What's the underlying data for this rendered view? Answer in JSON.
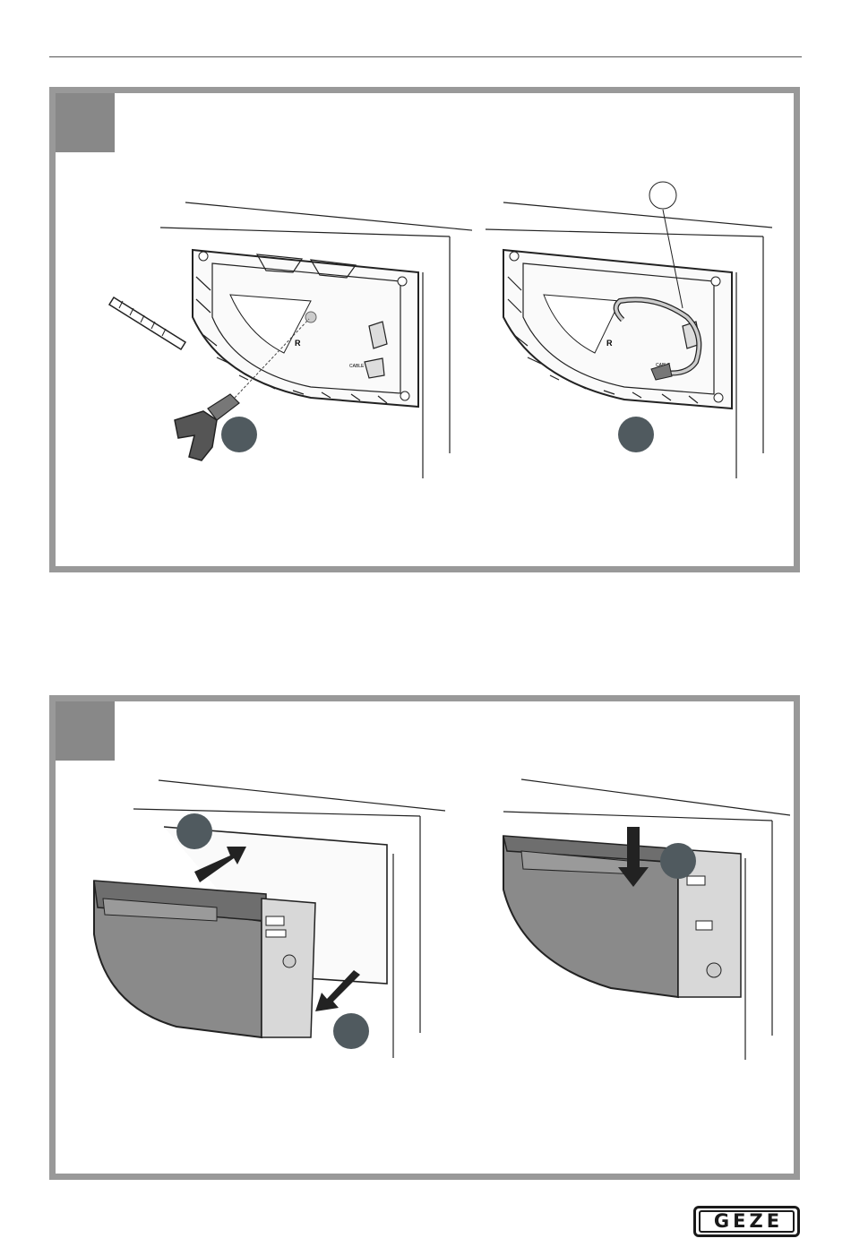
{
  "header": {
    "divider": true
  },
  "panels": [
    {
      "id": "panel-1",
      "illustrations": [
        "drill-hole-mounting-plate",
        "route-cable-mounting-plate"
      ]
    },
    {
      "id": "panel-2",
      "illustrations": [
        "insert-drive-unit",
        "press-down-drive-unit"
      ]
    }
  ],
  "labels": {
    "mark_r": "R",
    "mark_cable": "CABLE"
  },
  "footer": {
    "logo_text": "GEZE"
  },
  "colors": {
    "frame": "#999999",
    "step_tab": "#888888",
    "callout": "#505A5F",
    "unit_body": "#8A8A8A"
  },
  "icons": [
    "drill-bit-icon",
    "drill-icon",
    "cable-icon",
    "arrow-up-icon",
    "arrow-down-icon",
    "arrow-down-left-icon"
  ]
}
